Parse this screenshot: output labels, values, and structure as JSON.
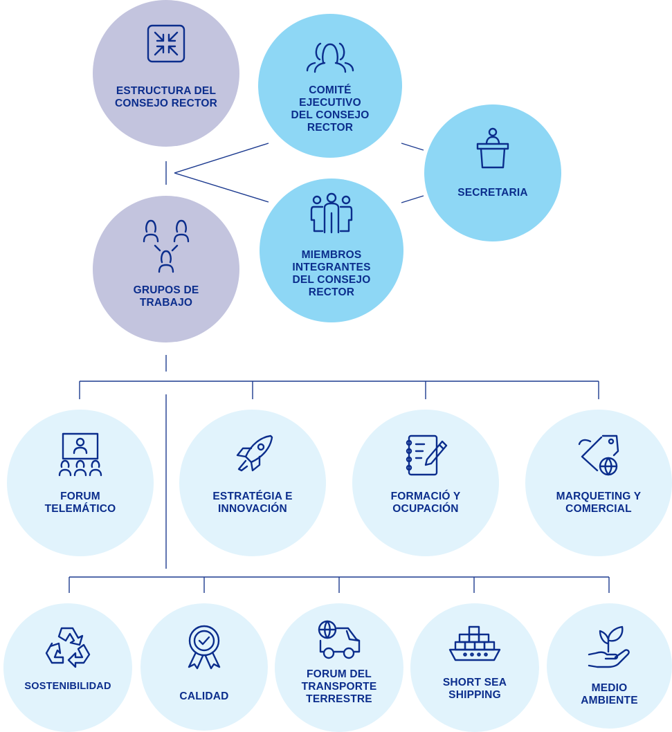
{
  "colors": {
    "structure": "#c3c4de",
    "council": "#8ed7f5",
    "groups": "#e1f3fc",
    "text": "#0b2d8c",
    "lines": "#1c3a8f"
  },
  "top": {
    "estructura": {
      "label": "ESTRUCTURA DEL\nCONSEJO RECTOR",
      "icon": "collapse-arrows-icon"
    },
    "comite": {
      "label": "COMITÉ\nEJECUTIVO\nDEL CONSEJO\nRECTOR",
      "icon": "people-group-icon"
    },
    "secretaria": {
      "label": "SECRETARIA",
      "icon": "podium-speaker-icon"
    },
    "miembros": {
      "label": "MIEMBROS\nINTEGRANTES\nDEL CONSEJO\nRECTOR",
      "icon": "three-people-icon"
    },
    "grupos": {
      "label": "GRUPOS DE\nTRABAJO",
      "icon": "team-network-icon"
    }
  },
  "row1": [
    {
      "label": "FORUM\nTELEMÁTICO",
      "icon": "video-conference-icon"
    },
    {
      "label": "ESTRATÉGIA E\nINNOVACIÓN",
      "icon": "rocket-icon"
    },
    {
      "label": "FORMACIÓ Y\nOCUPACIÓN",
      "icon": "notebook-pencil-icon"
    },
    {
      "label": "MARQUETING Y\nCOMERCIAL",
      "icon": "price-tag-globe-icon"
    }
  ],
  "row2": [
    {
      "label": "SOSTENIBILIDAD",
      "icon": "recycle-icon"
    },
    {
      "label": "CALIDAD",
      "icon": "quality-badge-icon"
    },
    {
      "label": "FORUM DEL\nTRANSPORTE\nTERRESTRE",
      "icon": "delivery-truck-globe-icon"
    },
    {
      "label": "SHORT SEA\nSHIPPING",
      "icon": "cargo-ship-icon"
    },
    {
      "label": "MEDIO\nAMBIENTE",
      "icon": "plant-hand-icon"
    }
  ]
}
